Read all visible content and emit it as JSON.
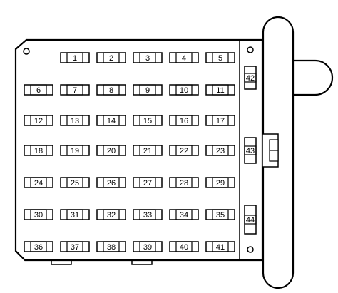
{
  "panel": {
    "fuses": [
      "1",
      "2",
      "3",
      "4",
      "5",
      "6",
      "7",
      "8",
      "9",
      "10",
      "11",
      "12",
      "13",
      "14",
      "15",
      "16",
      "17",
      "18",
      "19",
      "20",
      "21",
      "22",
      "23",
      "24",
      "25",
      "26",
      "27",
      "28",
      "29",
      "30",
      "31",
      "32",
      "33",
      "34",
      "35",
      "36",
      "37",
      "38",
      "39",
      "40",
      "41"
    ],
    "relays": [
      "42",
      "43",
      "44"
    ]
  },
  "colors": {
    "stroke": "#000000",
    "background": "#ffffff"
  }
}
